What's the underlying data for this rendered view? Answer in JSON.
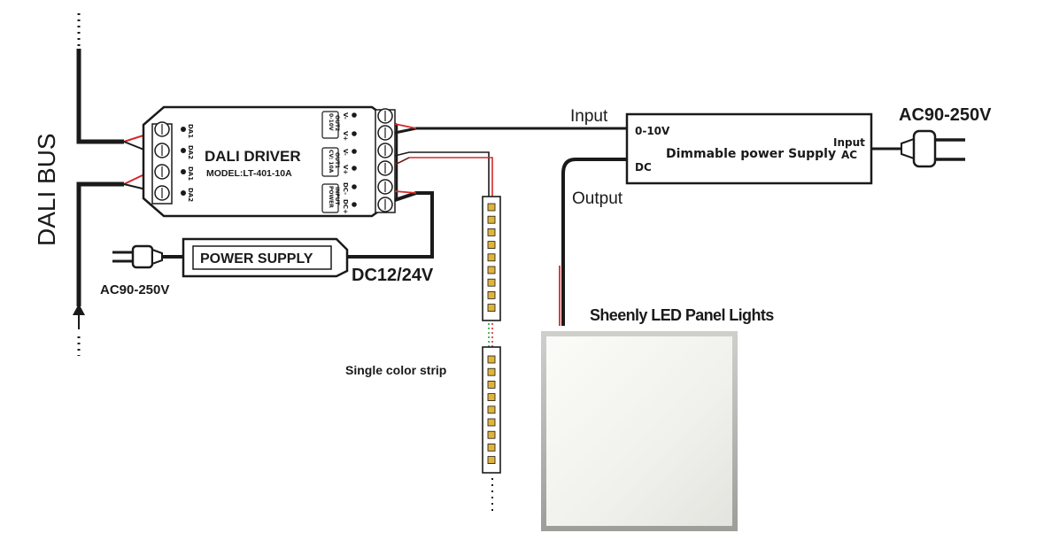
{
  "dali_bus_label": "DALI BUS",
  "driver": {
    "title": "DALI DRIVER",
    "model": "MODEL:LT-401-10A",
    "left_terminals": [
      "DA1",
      "DA2",
      "DA1",
      "DA2"
    ],
    "right_terminals": [
      "V-",
      "V+",
      "V-",
      "V+",
      "DC-",
      "DC+"
    ],
    "box_010v": [
      "0-10V",
      "OUT2"
    ],
    "box_cv": [
      "CV: 10A",
      "OUT1"
    ],
    "box_power": [
      "POWER",
      "INPUT"
    ]
  },
  "power_supply": {
    "label": "POWER SUPPLY",
    "ac_label": "AC90-250V",
    "dc_label": "DC12/24V"
  },
  "dimmable_supply": {
    "title": "Dimmable power Supply",
    "input_label": "0-10V",
    "dc_label": "DC",
    "ac_input_line1": "Input",
    "ac_input_line2": "AC",
    "ac_label": "AC90-250V"
  },
  "wire_labels": {
    "input": "Input",
    "output": "Output"
  },
  "strip_label": "Single color strip",
  "panel_label": "Sheenly LED Panel Lights",
  "colors": {
    "wire": "#1a1a1a",
    "wire_red": "#d62828",
    "panel_fill": "#f3f3ef",
    "panel_frame": "#b9b9b5",
    "led": "#e0b43c"
  }
}
